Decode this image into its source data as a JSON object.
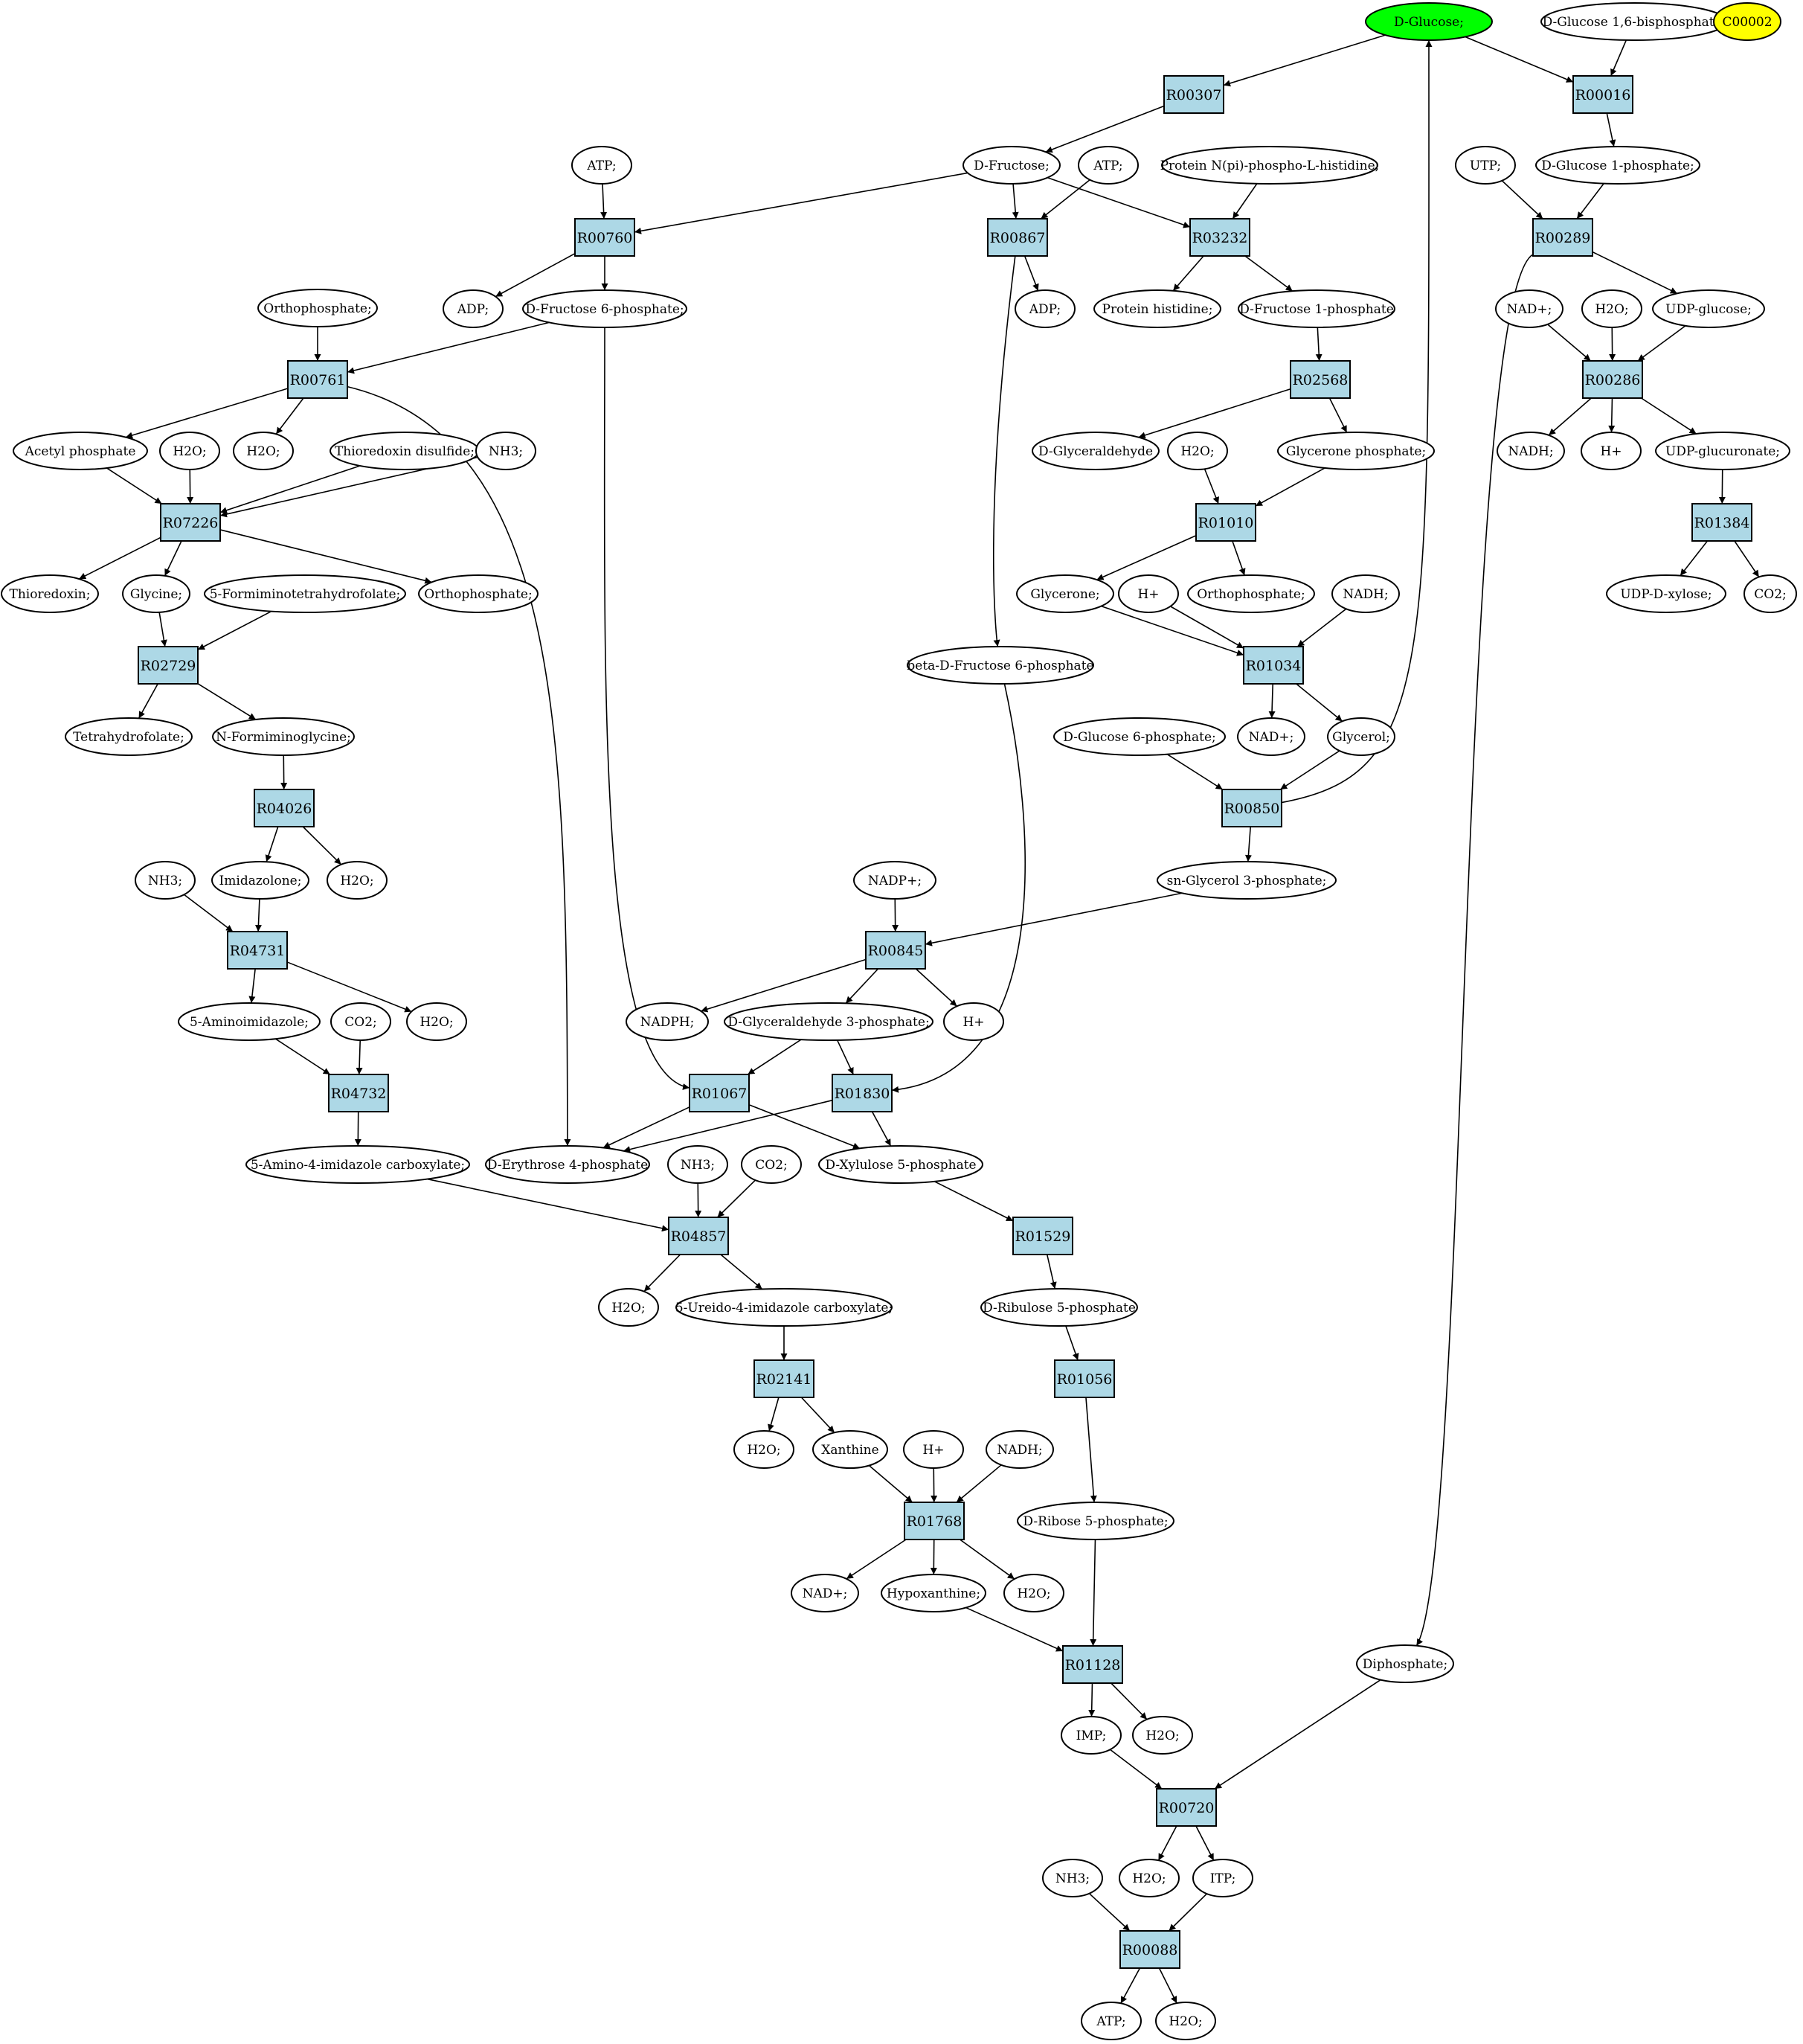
{
  "compounds": [
    {
      "id": "c_glucose",
      "label": "D-Glucose;",
      "color": "#00ff00"
    },
    {
      "id": "c_glc16bp",
      "label": "D-Glucose 1,6-bisphosphate;"
    },
    {
      "id": "c_c00002",
      "label": "C00002",
      "color": "#ffff00"
    },
    {
      "id": "c_atp1",
      "label": "ATP;"
    },
    {
      "id": "c_fructose",
      "label": "D-Fructose;"
    },
    {
      "id": "c_atp2",
      "label": "ATP;"
    },
    {
      "id": "c_protnpi",
      "label": "Protein N(pi)-phospho-L-histidine;"
    },
    {
      "id": "c_utp",
      "label": "UTP;"
    },
    {
      "id": "c_g1p",
      "label": "D-Glucose 1-phosphate;"
    },
    {
      "id": "c_adp1",
      "label": "ADP;"
    },
    {
      "id": "c_f6p",
      "label": "D-Fructose 6-phosphate;"
    },
    {
      "id": "c_adp2",
      "label": "ADP;"
    },
    {
      "id": "c_prothis",
      "label": "Protein histidine;"
    },
    {
      "id": "c_f1p",
      "label": "D-Fructose 1-phosphate"
    },
    {
      "id": "c_nadp_286",
      "label": "NAD+;"
    },
    {
      "id": "c_h2o_286",
      "label": "H2O;"
    },
    {
      "id": "c_udpglc",
      "label": "UDP-glucose;"
    },
    {
      "id": "c_pi1",
      "label": "Orthophosphate;"
    },
    {
      "id": "c_acetylp",
      "label": "Acetyl phosphate"
    },
    {
      "id": "c_h2o_a",
      "label": "H2O;"
    },
    {
      "id": "c_h2o_b",
      "label": "H2O;"
    },
    {
      "id": "c_thiodis",
      "label": "Thioredoxin disulfide;"
    },
    {
      "id": "c_nh3_a",
      "label": "NH3;"
    },
    {
      "id": "c_dglyald",
      "label": "D-Glyceraldehyde"
    },
    {
      "id": "c_h2o_c",
      "label": "H2O;"
    },
    {
      "id": "c_glyconep",
      "label": "Glycerone phosphate;"
    },
    {
      "id": "c_nadh_286",
      "label": "NADH;"
    },
    {
      "id": "c_h_286",
      "label": "H+"
    },
    {
      "id": "c_udpglcua",
      "label": "UDP-glucuronate;"
    },
    {
      "id": "c_thioredoxin",
      "label": "Thioredoxin;"
    },
    {
      "id": "c_glycine",
      "label": "Glycine;"
    },
    {
      "id": "c_5ftf",
      "label": "5-Formiminotetrahydrofolate;"
    },
    {
      "id": "c_pi2",
      "label": "Orthophosphate;"
    },
    {
      "id": "c_glycerone",
      "label": "Glycerone;"
    },
    {
      "id": "c_h_a",
      "label": "H+"
    },
    {
      "id": "c_pi3",
      "label": "Orthophosphate;"
    },
    {
      "id": "c_nadh_a",
      "label": "NADH;"
    },
    {
      "id": "c_udpxyl",
      "label": "UDP-D-xylose;"
    },
    {
      "id": "c_co2_a",
      "label": "CO2;"
    },
    {
      "id": "c_b_f6p",
      "label": "beta-D-Fructose 6-phosphate"
    },
    {
      "id": "c_thf",
      "label": "Tetrahydrofolate;"
    },
    {
      "id": "c_nfg",
      "label": "N-Formiminoglycine;"
    },
    {
      "id": "c_g6p",
      "label": "D-Glucose 6-phosphate;"
    },
    {
      "id": "c_nadplus_a",
      "label": "NAD+;"
    },
    {
      "id": "c_glycerol",
      "label": "Glycerol;"
    },
    {
      "id": "c_nh3_b",
      "label": "NH3;"
    },
    {
      "id": "c_imidazolone",
      "label": "Imidazolone;"
    },
    {
      "id": "c_h2o_d",
      "label": "H2O;"
    },
    {
      "id": "c_nadpplus",
      "label": "NADP+;"
    },
    {
      "id": "c_sng3p",
      "label": "sn-Glycerol 3-phosphate;"
    },
    {
      "id": "c_5ai",
      "label": "5-Aminoimidazole;"
    },
    {
      "id": "c_co2_b",
      "label": "CO2;"
    },
    {
      "id": "c_h2o_e",
      "label": "H2O;"
    },
    {
      "id": "c_nadph",
      "label": "NADPH;"
    },
    {
      "id": "c_gap",
      "label": "D-Glyceraldehyde 3-phosphate;"
    },
    {
      "id": "c_h_b",
      "label": "H+"
    },
    {
      "id": "c_5aic",
      "label": "5-Amino-4-imidazole carboxylate;"
    },
    {
      "id": "c_e4p",
      "label": "D-Erythrose 4-phosphate"
    },
    {
      "id": "c_nh3_c",
      "label": "NH3;"
    },
    {
      "id": "c_co2_c",
      "label": "CO2;"
    },
    {
      "id": "c_x5p",
      "label": "D-Xylulose 5-phosphate"
    },
    {
      "id": "c_h2o_f",
      "label": "H2O;"
    },
    {
      "id": "c_5uic",
      "label": "5-Ureido-4-imidazole carboxylate;"
    },
    {
      "id": "c_ru5p",
      "label": "D-Ribulose 5-phosphate"
    },
    {
      "id": "c_h2o_g",
      "label": "H2O;"
    },
    {
      "id": "c_xanthine",
      "label": "Xanthine"
    },
    {
      "id": "c_h_c",
      "label": "H+"
    },
    {
      "id": "c_nadh_b",
      "label": "NADH;"
    },
    {
      "id": "c_r5p",
      "label": "D-Ribose 5-phosphate;"
    },
    {
      "id": "c_nadplus_b",
      "label": "NAD+;"
    },
    {
      "id": "c_hypox",
      "label": "Hypoxanthine;"
    },
    {
      "id": "c_h2o_h",
      "label": "H2O;"
    },
    {
      "id": "c_diphos",
      "label": "Diphosphate;"
    },
    {
      "id": "c_imp",
      "label": "IMP;"
    },
    {
      "id": "c_h2o_i",
      "label": "H2O;"
    },
    {
      "id": "c_nh3_d",
      "label": "NH3;"
    },
    {
      "id": "c_h2o_j",
      "label": "H2O;"
    },
    {
      "id": "c_itp",
      "label": "ITP;"
    },
    {
      "id": "c_atp3",
      "label": "ATP;"
    },
    {
      "id": "c_h2o_k",
      "label": "H2O;"
    }
  ],
  "reactions": [
    {
      "id": "R00307",
      "label": "R00307"
    },
    {
      "id": "R00016",
      "label": "R00016"
    },
    {
      "id": "R00760",
      "label": "R00760"
    },
    {
      "id": "R00867",
      "label": "R00867"
    },
    {
      "id": "R03232",
      "label": "R03232"
    },
    {
      "id": "R00289",
      "label": "R00289"
    },
    {
      "id": "R00761",
      "label": "R00761"
    },
    {
      "id": "R02568",
      "label": "R02568"
    },
    {
      "id": "R00286",
      "label": "R00286"
    },
    {
      "id": "R07226",
      "label": "R07226"
    },
    {
      "id": "R01010",
      "label": "R01010"
    },
    {
      "id": "R01384",
      "label": "R01384"
    },
    {
      "id": "R02729",
      "label": "R02729"
    },
    {
      "id": "R01034",
      "label": "R01034"
    },
    {
      "id": "R04026",
      "label": "R04026"
    },
    {
      "id": "R00850",
      "label": "R00850"
    },
    {
      "id": "R04731",
      "label": "R04731"
    },
    {
      "id": "R00845",
      "label": "R00845"
    },
    {
      "id": "R04732",
      "label": "R04732"
    },
    {
      "id": "R01067",
      "label": "R01067"
    },
    {
      "id": "R01830",
      "label": "R01830"
    },
    {
      "id": "R04857",
      "label": "R04857"
    },
    {
      "id": "R01529",
      "label": "R01529"
    },
    {
      "id": "R02141",
      "label": "R02141"
    },
    {
      "id": "R01056",
      "label": "R01056"
    },
    {
      "id": "R01768",
      "label": "R01768"
    },
    {
      "id": "R01128",
      "label": "R01128"
    },
    {
      "id": "R00720",
      "label": "R00720"
    },
    {
      "id": "R00088",
      "label": "R00088"
    }
  ],
  "edges": [
    [
      "c_glucose",
      "R00307"
    ],
    [
      "c_glucose",
      "R00016"
    ],
    [
      "c_glc16bp",
      "R00016"
    ],
    [
      "R00307",
      "c_fructose"
    ],
    [
      "c_atp1",
      "R00760"
    ],
    [
      "c_fructose",
      "R00760"
    ],
    [
      "c_fructose",
      "R00867"
    ],
    [
      "c_atp2",
      "R00867"
    ],
    [
      "c_fructose",
      "R03232"
    ],
    [
      "c_protnpi",
      "R03232"
    ],
    [
      "R00016",
      "c_g1p"
    ],
    [
      "c_utp",
      "R00289"
    ],
    [
      "c_g1p",
      "R00289"
    ],
    [
      "R00760",
      "c_adp1"
    ],
    [
      "R00760",
      "c_f6p"
    ],
    [
      "R00867",
      "c_adp2"
    ],
    [
      "R00867",
      "c_b_f6p"
    ],
    [
      "R03232",
      "c_prothis"
    ],
    [
      "R03232",
      "c_f1p"
    ],
    [
      "R00289",
      "c_udpglc"
    ],
    [
      "R00289",
      "c_diphos"
    ],
    [
      "c_nadp_286",
      "R00286"
    ],
    [
      "c_h2o_286",
      "R00286"
    ],
    [
      "c_udpglc",
      "R00286"
    ],
    [
      "c_pi1",
      "R00761"
    ],
    [
      "c_f6p",
      "R00761"
    ],
    [
      "c_f6p",
      "R01067"
    ],
    [
      "R00761",
      "c_acetylp"
    ],
    [
      "R00761",
      "c_h2o_b"
    ],
    [
      "R00761",
      "c_e4p"
    ],
    [
      "c_f1p",
      "R02568"
    ],
    [
      "R02568",
      "c_dglyald"
    ],
    [
      "R02568",
      "c_glyconep"
    ],
    [
      "R00286",
      "c_nadh_286"
    ],
    [
      "R00286",
      "c_h_286"
    ],
    [
      "R00286",
      "c_udpglcua"
    ],
    [
      "c_acetylp",
      "R07226"
    ],
    [
      "c_h2o_a",
      "R07226"
    ],
    [
      "c_thiodis",
      "R07226"
    ],
    [
      "c_nh3_a",
      "R07226"
    ],
    [
      "R07226",
      "c_thioredoxin"
    ],
    [
      "R07226",
      "c_glycine"
    ],
    [
      "R07226",
      "c_pi2"
    ],
    [
      "c_h2o_c",
      "R01010"
    ],
    [
      "c_glyconep",
      "R01010"
    ],
    [
      "R01010",
      "c_glycerone"
    ],
    [
      "R01010",
      "c_pi3"
    ],
    [
      "c_udpglcua",
      "R01384"
    ],
    [
      "R01384",
      "c_udpxyl"
    ],
    [
      "R01384",
      "c_co2_a"
    ],
    [
      "c_glycine",
      "R02729"
    ],
    [
      "c_5ftf",
      "R02729"
    ],
    [
      "R02729",
      "c_thf"
    ],
    [
      "R02729",
      "c_nfg"
    ],
    [
      "c_glycerone",
      "R01034"
    ],
    [
      "c_h_a",
      "R01034"
    ],
    [
      "c_nadh_a",
      "R01034"
    ],
    [
      "R01034",
      "c_nadplus_a"
    ],
    [
      "R01034",
      "c_glycerol"
    ],
    [
      "c_nfg",
      "R04026"
    ],
    [
      "R04026",
      "c_imidazolone"
    ],
    [
      "R04026",
      "c_h2o_d"
    ],
    [
      "c_g6p",
      "R00850"
    ],
    [
      "c_glycerol",
      "R00850"
    ],
    [
      "R00850",
      "c_glucose"
    ],
    [
      "R00850",
      "c_sng3p"
    ],
    [
      "c_nh3_b",
      "R04731"
    ],
    [
      "c_imidazolone",
      "R04731"
    ],
    [
      "R04731",
      "c_5ai"
    ],
    [
      "R04731",
      "c_h2o_e"
    ],
    [
      "c_nadpplus",
      "R00845"
    ],
    [
      "c_sng3p",
      "R00845"
    ],
    [
      "R00845",
      "c_nadph"
    ],
    [
      "R00845",
      "c_gap"
    ],
    [
      "R00845",
      "c_h_b"
    ],
    [
      "c_5ai",
      "R04732"
    ],
    [
      "c_co2_b",
      "R04732"
    ],
    [
      "R04732",
      "c_5aic"
    ],
    [
      "c_gap",
      "R01067"
    ],
    [
      "c_gap",
      "R01830"
    ],
    [
      "c_b_f6p",
      "R01830"
    ],
    [
      "R01067",
      "c_e4p"
    ],
    [
      "R01067",
      "c_x5p"
    ],
    [
      "R01830",
      "c_e4p"
    ],
    [
      "R01830",
      "c_x5p"
    ],
    [
      "c_5aic",
      "R04857"
    ],
    [
      "c_nh3_c",
      "R04857"
    ],
    [
      "c_co2_c",
      "R04857"
    ],
    [
      "R04857",
      "c_h2o_f"
    ],
    [
      "R04857",
      "c_5uic"
    ],
    [
      "c_x5p",
      "R01529"
    ],
    [
      "R01529",
      "c_ru5p"
    ],
    [
      "c_5uic",
      "R02141"
    ],
    [
      "R02141",
      "c_h2o_g"
    ],
    [
      "R02141",
      "c_xanthine"
    ],
    [
      "c_ru5p",
      "R01056"
    ],
    [
      "R01056",
      "c_r5p"
    ],
    [
      "c_xanthine",
      "R01768"
    ],
    [
      "c_h_c",
      "R01768"
    ],
    [
      "c_nadh_b",
      "R01768"
    ],
    [
      "R01768",
      "c_nadplus_b"
    ],
    [
      "R01768",
      "c_hypox"
    ],
    [
      "R01768",
      "c_h2o_h"
    ],
    [
      "c_r5p",
      "R01128"
    ],
    [
      "c_hypox",
      "R01128"
    ],
    [
      "R01128",
      "c_imp"
    ],
    [
      "R01128",
      "c_h2o_i"
    ],
    [
      "c_imp",
      "R00720"
    ],
    [
      "c_diphos",
      "R00720"
    ],
    [
      "R00720",
      "c_h2o_j"
    ],
    [
      "R00720",
      "c_itp"
    ],
    [
      "c_nh3_d",
      "R00088"
    ],
    [
      "c_itp",
      "R00088"
    ],
    [
      "R00088",
      "c_atp3"
    ],
    [
      "R00088",
      "c_h2o_k"
    ]
  ]
}
